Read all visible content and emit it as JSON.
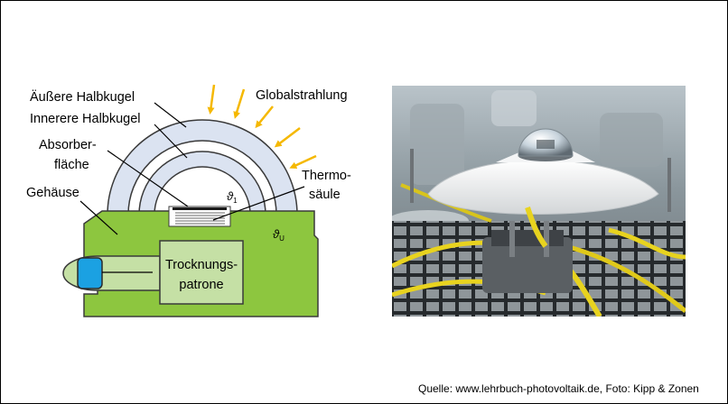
{
  "labels": {
    "outer_dome": "Äußere Halbkugel",
    "inner_dome": "Innerere Halbkugel",
    "absorber_line1": "Absorber-",
    "absorber_line2": "fläche",
    "housing": "Gehäuse",
    "global_radiation": "Globalstrahlung",
    "thermopile_line1": "Thermo-",
    "thermopile_line2": "säule",
    "theta_1": "ϑ",
    "theta_1_sub": "1",
    "theta_u": "ϑ",
    "theta_u_sub": "U",
    "desiccant_line1": "Trocknungs-",
    "desiccant_line2": "patrone"
  },
  "source": "Quelle: www.lehrbuch-photovoltaik.de, Foto: Kipp & Zonen",
  "colors": {
    "housing_green": "#8dc63f",
    "cartridge_light_green": "#c5e0a5",
    "desiccant_blue": "#1ba1e2",
    "dome_fill": "#dbe3f1",
    "arrow_yellow": "#f5b800"
  }
}
